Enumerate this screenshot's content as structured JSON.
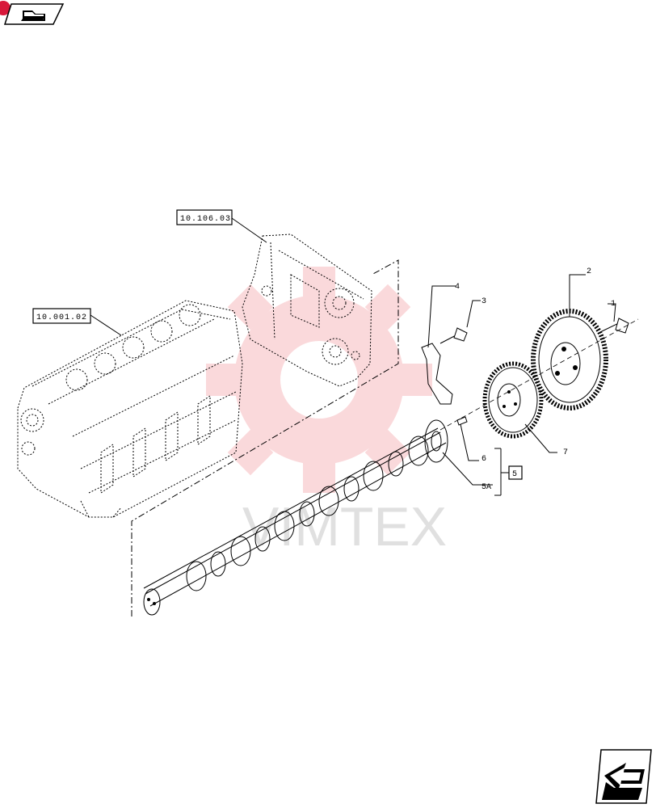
{
  "references": {
    "engine_block_ref": "10.001.02",
    "front_cover_ref": "10.106.03",
    "kit_ref": "5"
  },
  "callouts": {
    "c1": "1",
    "c2": "2",
    "c3": "3",
    "c4": "4",
    "c5a": "5A",
    "c6": "6",
    "c7": "7"
  },
  "watermark": {
    "text": "VIMTEX",
    "color": "#e8323c"
  },
  "nav": {
    "prev_icon": "folder-back-icon",
    "next_icon": "next-page-arrow-icon"
  }
}
